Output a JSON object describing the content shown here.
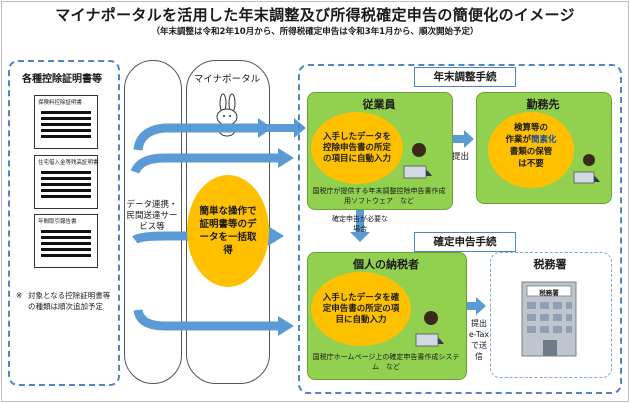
{
  "header": {
    "title": "マイナポータルを活用した年末調整及び所得税確定申告の簡便化のイメージ",
    "subtitle": "（年末調整は令和2年10月から、所得税確定申告は令和3年1月から、順次開始予定）"
  },
  "left": {
    "label": "各種控除証明書等",
    "docs": [
      "保険料控除証明書",
      "住宅借入金等残高証明書",
      "年間取引報告書"
    ],
    "note_mark": "※",
    "note": "対象となる控除証明書等の種類は順次追加予定"
  },
  "column1": {
    "text": "データ連携・民間送達サービス等"
  },
  "column2": {
    "title": "マイナポータル"
  },
  "center_bubble": "簡単な操作で証明書等のデータを一括取得",
  "nenmatsu": {
    "header": "年末調整手続",
    "employee": {
      "title": "従業員",
      "bubble": "入手したデータを控除申告書の所定の項目に自動入力",
      "note": "国税庁が提供する年末調整控除申告書作成用ソフトウェア　など"
    },
    "teishutsu": "提出",
    "employer": {
      "title": "勤務先",
      "bubble_line1": "検算等の",
      "bubble_line2": "作業が",
      "bubble_highlight": "簡素化",
      "bubble_line3": "書類の保管",
      "bubble_line4": "は不要"
    }
  },
  "kakutei_needed": "確定申告が必要な場合",
  "kakutei": {
    "header": "確定申告手続",
    "taxpayer": {
      "title": "個人の納税者",
      "bubble": "入手したデータを確定申告書の所定の項目に自動入力",
      "note": "国税庁ホームページ上の確定申告書作成システム　など"
    },
    "submit": "提出 e-Taxで送信",
    "office": {
      "title": "税務署",
      "sign": "税務署"
    }
  },
  "colors": {
    "green": "#92d050",
    "orange": "#ffc000",
    "blue": "#4f86c6",
    "arrow": "#5b9bd5"
  }
}
